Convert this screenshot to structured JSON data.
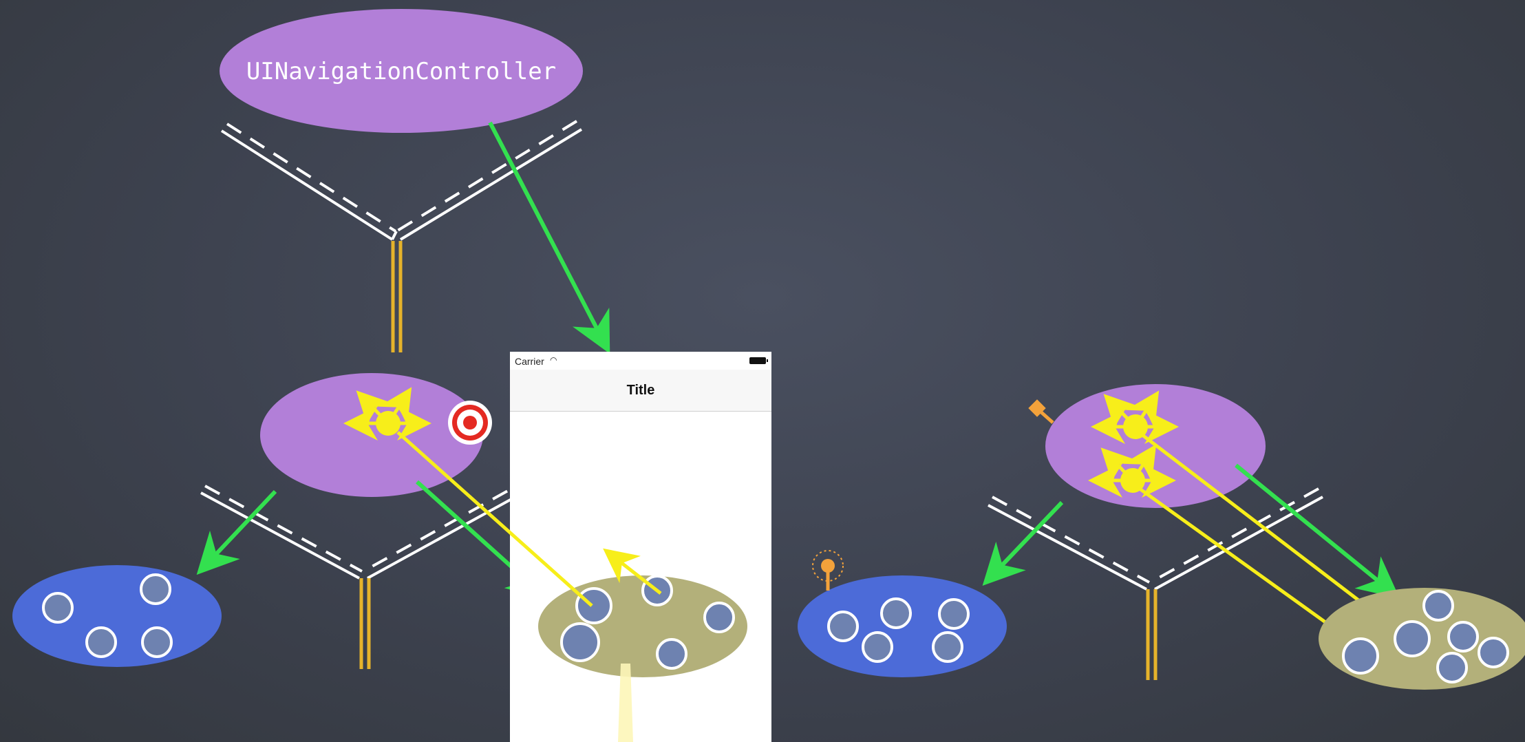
{
  "navigation_controller": {
    "label": "UINavigationController"
  },
  "phone": {
    "carrier": "Carrier",
    "nav_title": "Title"
  },
  "colors": {
    "background": "#3d424f",
    "controller_purple": "#b27fd8",
    "view_blue": "#4c6bd8",
    "model_olive": "#b3b07a",
    "subview_fill": "#6e82b0",
    "delegate_arrow_green": "#33e04f",
    "action_yellow": "#f7ee1a",
    "outlet_red": "#e42a22",
    "road_white": "#ffffff",
    "road_yellow": "#e6b32b",
    "accessory_orange": "#f3a23b"
  }
}
